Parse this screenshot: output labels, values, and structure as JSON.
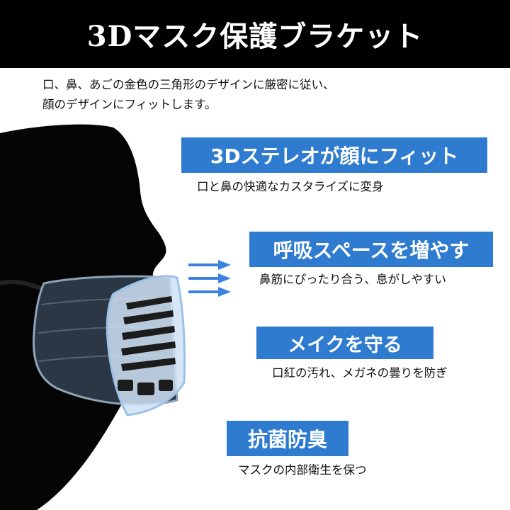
{
  "title": "3Dマスク保護ブラケット",
  "intro": {
    "line1": "口、鼻、あごの金色の三角形のデザインに厳密に従い、",
    "line2": "顔のデザインにフィットします。"
  },
  "features": [
    {
      "title": "3Dステレオが顔にフィット",
      "desc": "口と鼻の快適なカスタライズに変身"
    },
    {
      "title": "呼吸スペースを増やす",
      "desc": "鼻筋にぴったり合う、息がしやすい"
    },
    {
      "title": "メイクを守る",
      "desc": "口紅の汚れ、メガネの曇りを防ぎ"
    },
    {
      "title": "抗菌防臭",
      "desc": "マスクの内部衛生を保つ"
    }
  ],
  "colors": {
    "header_bg": "#000000",
    "accent": "#2e7bd0",
    "arrow": "#3c83e0",
    "silhouette": "#050505",
    "mask": "#2b3745",
    "bracket": "#cfe2f4"
  }
}
